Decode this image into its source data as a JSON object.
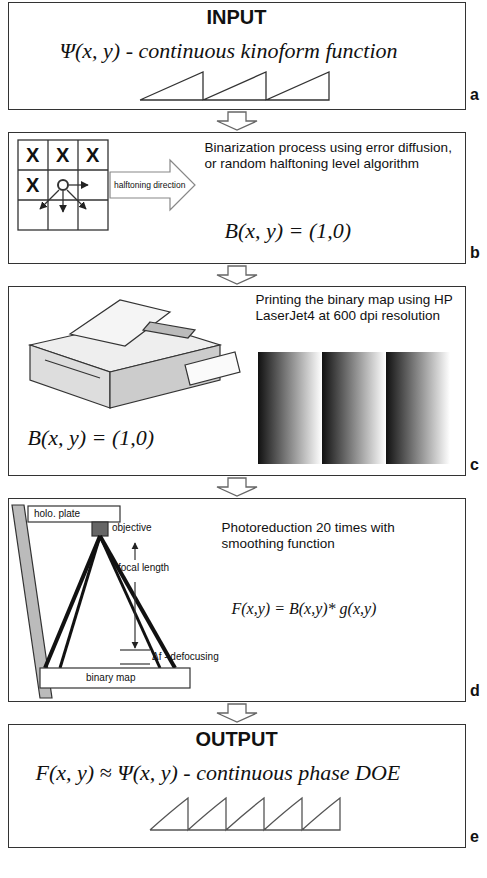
{
  "diagram": {
    "nodes": [
      {
        "text": [
          "INPUT",
          "Ψ(x, y) - continuous kinoform function"
        ]
      },
      {
        "text": [
          "Binarization process using error diffusion, or random halftoning level algorithm",
          "B(x, y) = (1,0)"
        ]
      },
      {
        "text": [
          "Printing the binary map using HP LaserJet4 at 600 dpi resolution",
          "B(x, y) = (1,0)"
        ]
      },
      {
        "text": [
          "Photoreduction 20 times with smoothing function",
          "F(x,y) = B(x,y)* g(x,y)"
        ]
      },
      {
        "text": [
          "OUTPUT",
          "F(x, y) ≈ Ψ(x, y) - continuous phase DOE"
        ]
      }
    ],
    "edges": [
      {
        "from": 0,
        "to": 1,
        "arrow": "to"
      },
      {
        "from": 1,
        "to": 2,
        "arrow": "to"
      },
      {
        "from": 2,
        "to": 3,
        "arrow": "to"
      },
      {
        "from": 3,
        "to": 4,
        "arrow": "to"
      }
    ],
    "labels": [
      "X",
      "X",
      "X",
      "X",
      "halftoning direction",
      "holo. plate",
      "objective",
      "focal length",
      "Δf - defocusing",
      "binary map",
      "a",
      "b",
      "c",
      "d",
      "e"
    ]
  }
}
